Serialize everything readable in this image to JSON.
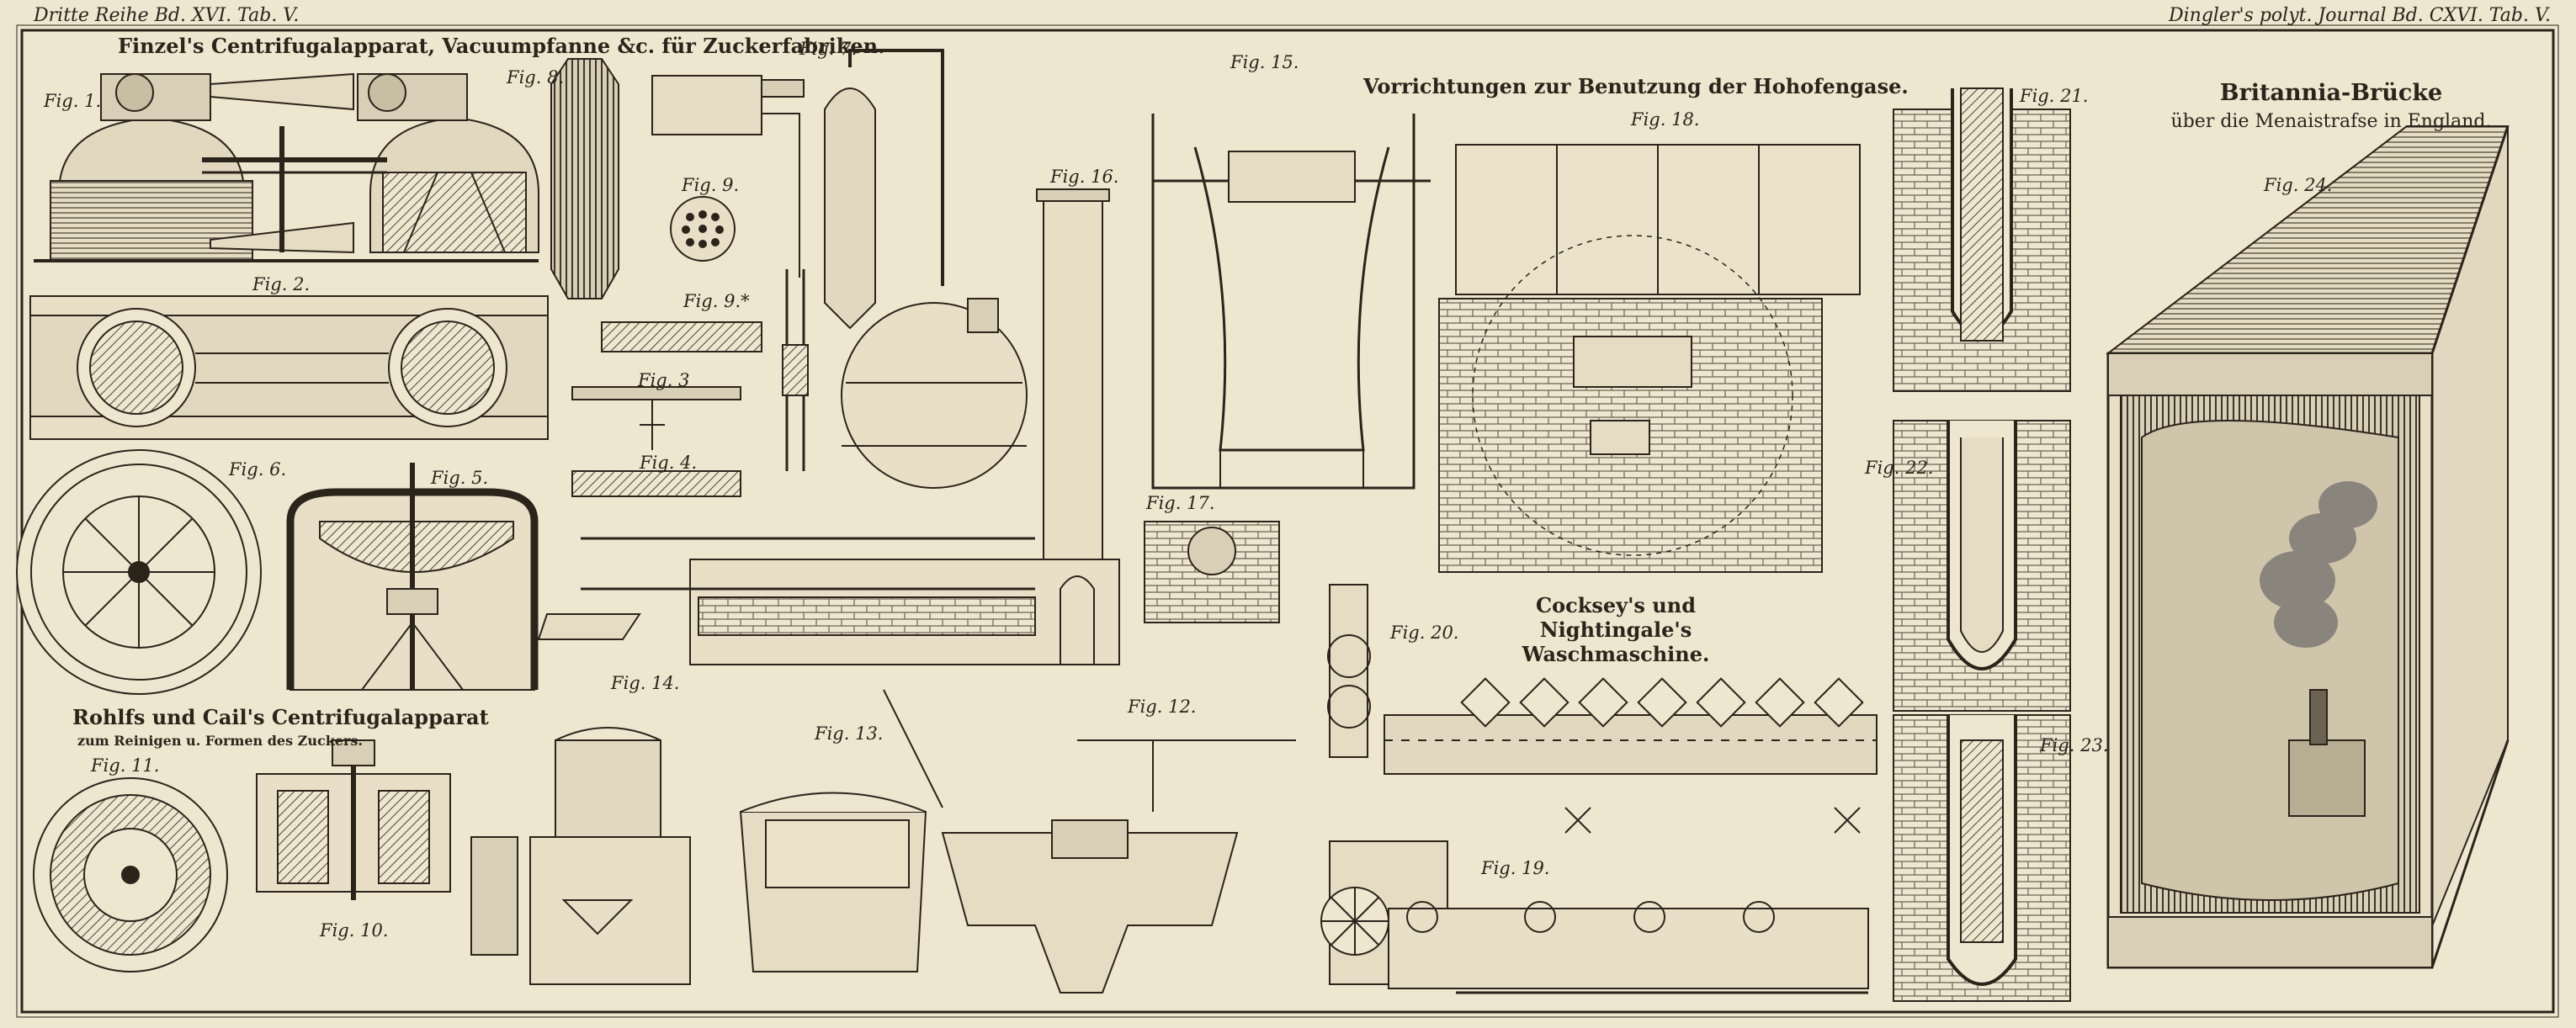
{
  "header": {
    "left": "Dritte Reihe Bd. XVI. Tab. V.",
    "right": "Dingler's polyt. Journal Bd. CXVI. Tab. V."
  },
  "titles": {
    "finzel": "Finzel's Centrifugalapparat, Vacuumpfanne &c. für Zuckerfabriken.",
    "hohofen": "Vorrichtungen zur Benutzung der Hohofengase.",
    "britannia_1": "Britannia-Brücke",
    "britannia_2": "über die Menaistrafse in England.",
    "cocksey_1": "Cocksey's und Nightingale's",
    "cocksey_2": "Waschmaschine.",
    "rohlfs_1": "Rohlfs und Cail's Centrifugalapparat",
    "rohlfs_2": "zum Reinigen u. Formen des Zuckers."
  },
  "figure_labels": {
    "f1": "Fig. 1.",
    "f2": "Fig. 2.",
    "f3": "Fig. 3",
    "f4": "Fig. 4.",
    "f5": "Fig. 5.",
    "f6": "Fig. 6.",
    "f7": "Fig. 7.",
    "f8": "Fig. 8.",
    "f9": "Fig. 9.",
    "f9b": "Fig. 9.*",
    "f10": "Fig. 10.",
    "f11": "Fig. 11.",
    "f12": "Fig. 12.",
    "f13": "Fig. 13.",
    "f14": "Fig. 14.",
    "f15": "Fig. 15.",
    "f16": "Fig. 16.",
    "f17": "Fig. 17.",
    "f18": "Fig. 18.",
    "f19": "Fig. 19.",
    "f20": "Fig. 20.",
    "f21": "Fig. 21.",
    "f22": "Fig. 22.",
    "f23": "Fig. 23.",
    "f24": "Fig. 24."
  },
  "colors": {
    "paper": "#efe6cf",
    "ink": "#2a241b",
    "smoke": "#8a857c"
  }
}
